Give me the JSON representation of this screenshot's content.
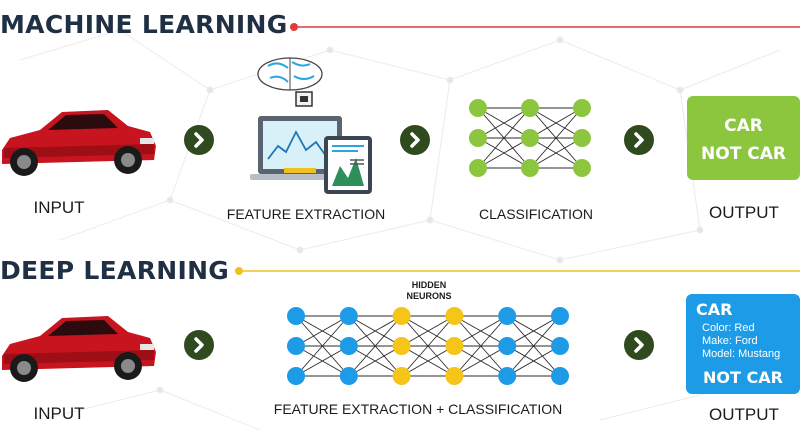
{
  "machine_learning": {
    "title": "MACHINE LEARNING",
    "input_label": "INPUT",
    "feature_label": "FEATURE EXTRACTION",
    "classification_label": "CLASSIFICATION",
    "output_label": "OUTPUT",
    "output_box": {
      "line1": "CAR",
      "line2": "NOT CAR"
    }
  },
  "deep_learning": {
    "title": "DEEP LEARNING",
    "input_label": "INPUT",
    "hidden_label_1": "HIDDEN",
    "hidden_label_2": "NEURONS",
    "network_label": "FEATURE EXTRACTION + CLASSIFICATION",
    "output_label": "OUTPUT",
    "output_box": {
      "title": "CAR",
      "details": [
        "Color: Red",
        "Make: Ford",
        "Model: Mustang"
      ],
      "bottom": "NOT CAR"
    }
  },
  "colors": {
    "title_text": "#1f2f44",
    "ml_line": "#e43a3a",
    "dl_line": "#f0c020",
    "arrow_circle": "#2f4a1e",
    "ml_output_box": "#8cc63f",
    "dl_output_box": "#1e9be6",
    "ml_node": "#8cc63f",
    "dl_node_blue": "#1e9be6",
    "dl_node_yellow": "#f5c518",
    "car_body": "#c8141e"
  },
  "icons": [
    "car-icon",
    "brain-chip-icon",
    "laptop-chart-icon",
    "tablet-chart-icon",
    "chevron-right-icon",
    "neural-network-icon"
  ]
}
